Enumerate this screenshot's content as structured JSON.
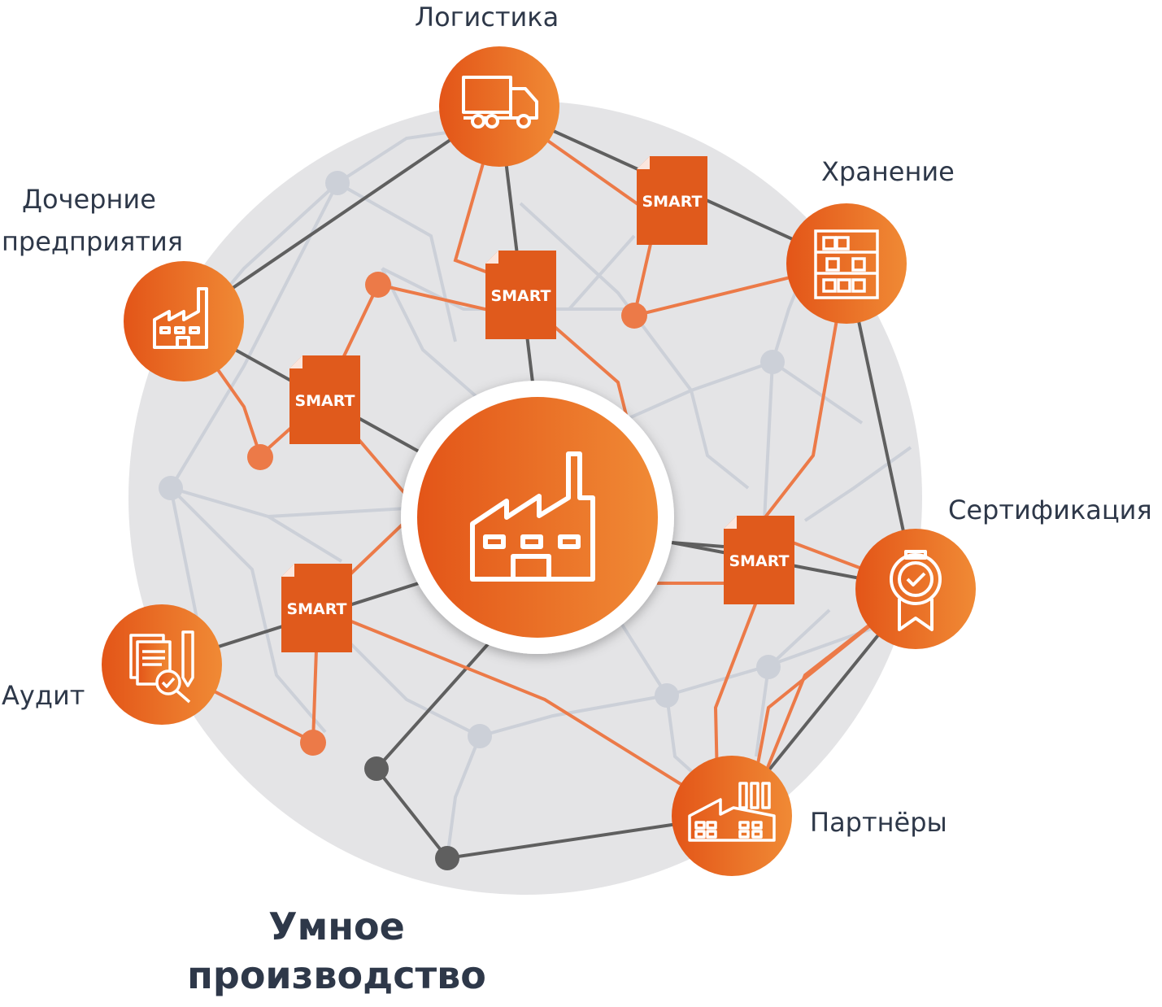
{
  "title": {
    "line1": "Умное",
    "line2": "производство"
  },
  "nodes": {
    "center": {
      "icon": "factory-icon"
    },
    "logistics": {
      "label": "Логистика",
      "icon": "truck-icon"
    },
    "storage": {
      "label": "Хранение",
      "icon": "warehouse-shelves-icon"
    },
    "subsidiaries": {
      "label_line1": "Дочерние",
      "label_line2": "предприятия",
      "icon": "factory-icon"
    },
    "certification": {
      "label": "Сертификация",
      "icon": "certificate-medal-icon"
    },
    "audit": {
      "label": "Аудит",
      "icon": "audit-documents-icon"
    },
    "partners": {
      "label": "Партнёры",
      "icon": "partner-factory-icon"
    }
  },
  "smart_docs": [
    {
      "label": "SMART"
    },
    {
      "label": "SMART"
    },
    {
      "label": "SMART"
    },
    {
      "label": "SMART"
    },
    {
      "label": "SMART"
    }
  ],
  "colors": {
    "orange": "#e8611f",
    "orange_light": "#ef8a35",
    "doc": "#e05a1c",
    "gray_bg": "#e4e4e6",
    "gray_line": "#5f5f5f",
    "light_line": "#ccd0d8",
    "text": "#2e3849"
  }
}
